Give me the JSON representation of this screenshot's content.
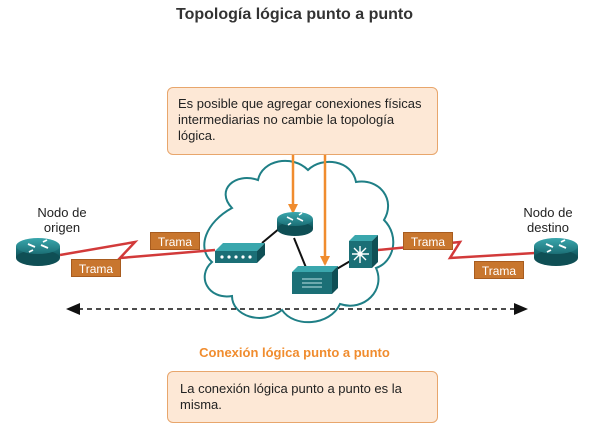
{
  "title": "Topología lógica punto a punto",
  "callout_top": "Es posible que agregar conexiones físicas intermediarias no cambie la topología lógica.",
  "callout_bottom": "La conexión lógica punto a punto es la misma.",
  "origin_label_line1": "Nodo de",
  "origin_label_line2": "origen",
  "dest_label_line1": "Nodo de",
  "dest_label_line2": "destino",
  "frame_label": "Trama",
  "logical_label": "Conexión lógica punto a punto",
  "colors": {
    "accent_orange": "#f08c2e",
    "frame_brown": "#c8762e",
    "device_teal": "#1f7f86",
    "wan_link_red": "#d23a3a",
    "callout_fill": "#fde8d6"
  },
  "icons": [
    "router-icon",
    "switch-icon",
    "server-icon",
    "multilayer-switch-icon",
    "cloud-icon"
  ]
}
